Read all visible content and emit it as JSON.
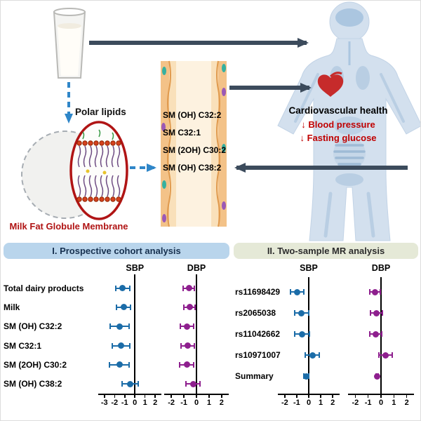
{
  "illustration": {
    "polar_lipids_label": "Polar lipids",
    "mfgm_label": "Milk Fat Globule Membrane",
    "sm_species": [
      "SM (OH) C32:2",
      "SM C32:1",
      "SM (2OH) C30:2",
      "SM (OH) C38:2"
    ],
    "cardio_title": "Cardiovascular health",
    "effects": [
      "↓ Blood pressure",
      "↓ Fasting glucose"
    ],
    "icon_names": [
      "milk-glass-icon",
      "milk-fat-globule-icon",
      "membrane-ellipse-icon",
      "blood-vessel-icon",
      "human-body-icon",
      "heart-icon",
      "arrow-icon"
    ]
  },
  "colors": {
    "sbp_series": "#1b6ca8",
    "dbp_series": "#8e1f8e",
    "accent_red": "#b01414",
    "cohort_header_bg": "#b9d5ec",
    "mr_header_bg": "#e5e9d7",
    "arrow_dark": "#3c4b5c",
    "arrow_blue": "#2f86c8",
    "vessel_wall": "#f3c288",
    "body_fill": "#d3e0ee"
  },
  "chart_data": [
    {
      "type": "forest",
      "title": "I. Prospective cohort analysis",
      "rows": [
        "Total dairy products",
        "Milk",
        "SM (OH) C32:2",
        "SM C32:1",
        "SM (2OH) C30:2",
        "SM (OH) C38:2"
      ],
      "columns": [
        {
          "label": "SBP",
          "color": "#1b6ca8",
          "xlim": [
            -3.4,
            2.4
          ],
          "ticks": [
            -3,
            -2,
            -1,
            0,
            1,
            2
          ],
          "points": [
            {
              "est": -1.2,
              "lo": -1.9,
              "hi": -0.5
            },
            {
              "est": -1.1,
              "lo": -1.8,
              "hi": -0.45
            },
            {
              "est": -1.5,
              "lo": -2.4,
              "hi": -0.6
            },
            {
              "est": -1.35,
              "lo": -2.2,
              "hi": -0.5
            },
            {
              "est": -1.5,
              "lo": -2.5,
              "hi": -0.55
            },
            {
              "est": -0.45,
              "lo": -1.25,
              "hi": 0.35
            }
          ]
        },
        {
          "label": "DBP",
          "color": "#8e1f8e",
          "xlim": [
            -2.4,
            2.4
          ],
          "ticks": [
            -2,
            -1,
            0,
            1,
            2
          ],
          "points": [
            {
              "est": -0.6,
              "lo": -1.05,
              "hi": -0.15
            },
            {
              "est": -0.55,
              "lo": -1.0,
              "hi": -0.1
            },
            {
              "est": -0.75,
              "lo": -1.3,
              "hi": -0.2
            },
            {
              "est": -0.7,
              "lo": -1.25,
              "hi": -0.15
            },
            {
              "est": -0.75,
              "lo": -1.35,
              "hi": -0.2
            },
            {
              "est": -0.25,
              "lo": -0.85,
              "hi": 0.3
            }
          ]
        }
      ]
    },
    {
      "type": "forest",
      "title": "II. Two-sample MR analysis",
      "rows": [
        "rs11698429",
        "rs2065038",
        "rs11042662",
        "rs10971007",
        "Summary"
      ],
      "columns": [
        {
          "label": "SBP",
          "color": "#1b6ca8",
          "xlim": [
            -2.4,
            2.4
          ],
          "ticks": [
            -2,
            -1,
            0,
            1,
            2
          ],
          "points": [
            {
              "est": -0.95,
              "lo": -1.5,
              "hi": -0.4
            },
            {
              "est": -0.6,
              "lo": -1.2,
              "hi": 0.0
            },
            {
              "est": -0.55,
              "lo": -1.15,
              "hi": 0.05
            },
            {
              "est": 0.3,
              "lo": -0.3,
              "hi": 0.9
            },
            {
              "est": -0.2,
              "lo": -0.4,
              "hi": 0.0
            }
          ]
        },
        {
          "label": "DBP",
          "color": "#8e1f8e",
          "xlim": [
            -2.4,
            2.4
          ],
          "ticks": [
            -2,
            -1,
            0,
            1,
            2
          ],
          "points": [
            {
              "est": -0.45,
              "lo": -0.85,
              "hi": -0.05
            },
            {
              "est": -0.35,
              "lo": -0.8,
              "hi": 0.1
            },
            {
              "est": -0.4,
              "lo": -0.85,
              "hi": 0.05
            },
            {
              "est": 0.35,
              "lo": -0.15,
              "hi": 0.85
            },
            {
              "est": -0.3,
              "lo": -0.38,
              "hi": -0.22
            }
          ]
        }
      ]
    }
  ]
}
